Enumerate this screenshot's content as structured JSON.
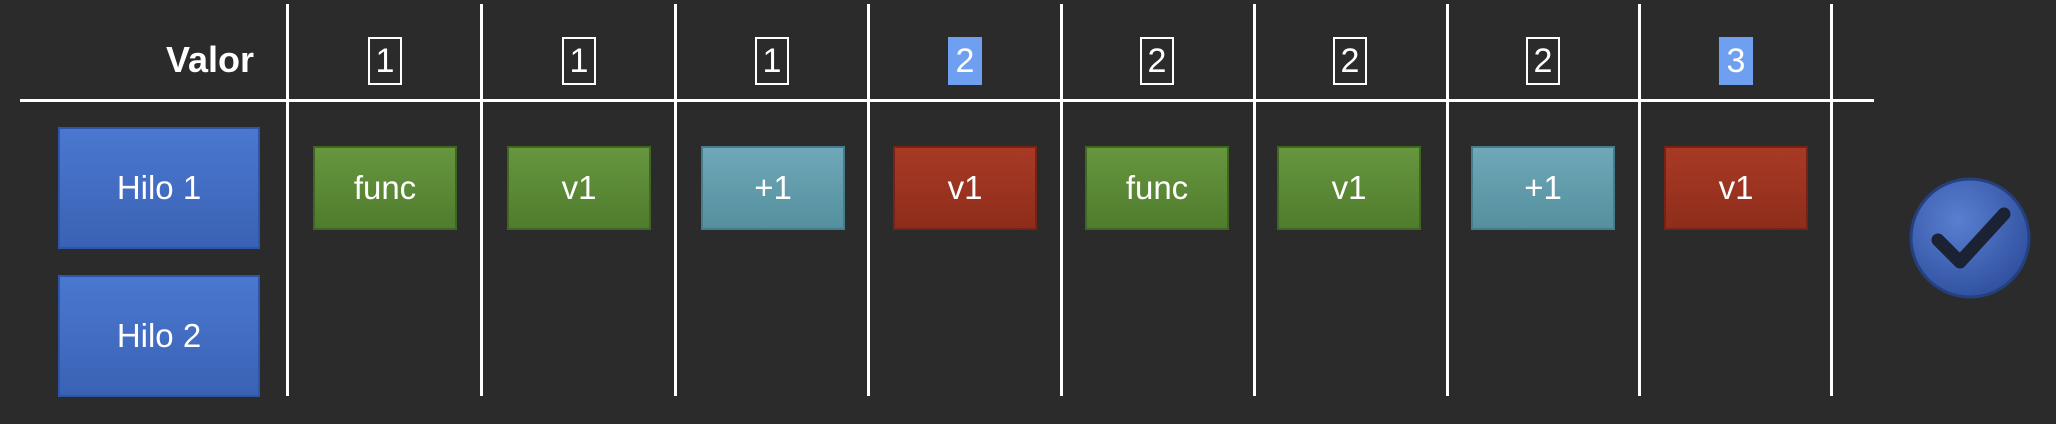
{
  "header": {
    "valor_label": "Valor"
  },
  "values": [
    {
      "text": "1",
      "style": "boxed"
    },
    {
      "text": "1",
      "style": "boxed"
    },
    {
      "text": "1",
      "style": "boxed"
    },
    {
      "text": "2",
      "style": "highlight"
    },
    {
      "text": "2",
      "style": "boxed"
    },
    {
      "text": "2",
      "style": "boxed"
    },
    {
      "text": "2",
      "style": "boxed"
    },
    {
      "text": "3",
      "style": "highlight"
    }
  ],
  "threads": [
    {
      "label": "Hilo 1"
    },
    {
      "label": "Hilo 2"
    }
  ],
  "operations": [
    {
      "label": "func",
      "color": "green"
    },
    {
      "label": "v1",
      "color": "green"
    },
    {
      "label": "+1",
      "color": "teal"
    },
    {
      "label": "v1",
      "color": "red"
    },
    {
      "label": "func",
      "color": "green"
    },
    {
      "label": "v1",
      "color": "green"
    },
    {
      "label": "+1",
      "color": "teal"
    },
    {
      "label": "v1",
      "color": "red"
    }
  ],
  "colors": {
    "background": "#2b2b2b",
    "thread_blue": "#3f6cc4",
    "op_green": "#5a8636",
    "op_teal": "#62a0af",
    "op_red": "#9a3320",
    "highlight": "#6e9ff0",
    "check_circle": "#3d5fb3"
  },
  "icons": {
    "confirm": "checkmark-circle-icon"
  }
}
